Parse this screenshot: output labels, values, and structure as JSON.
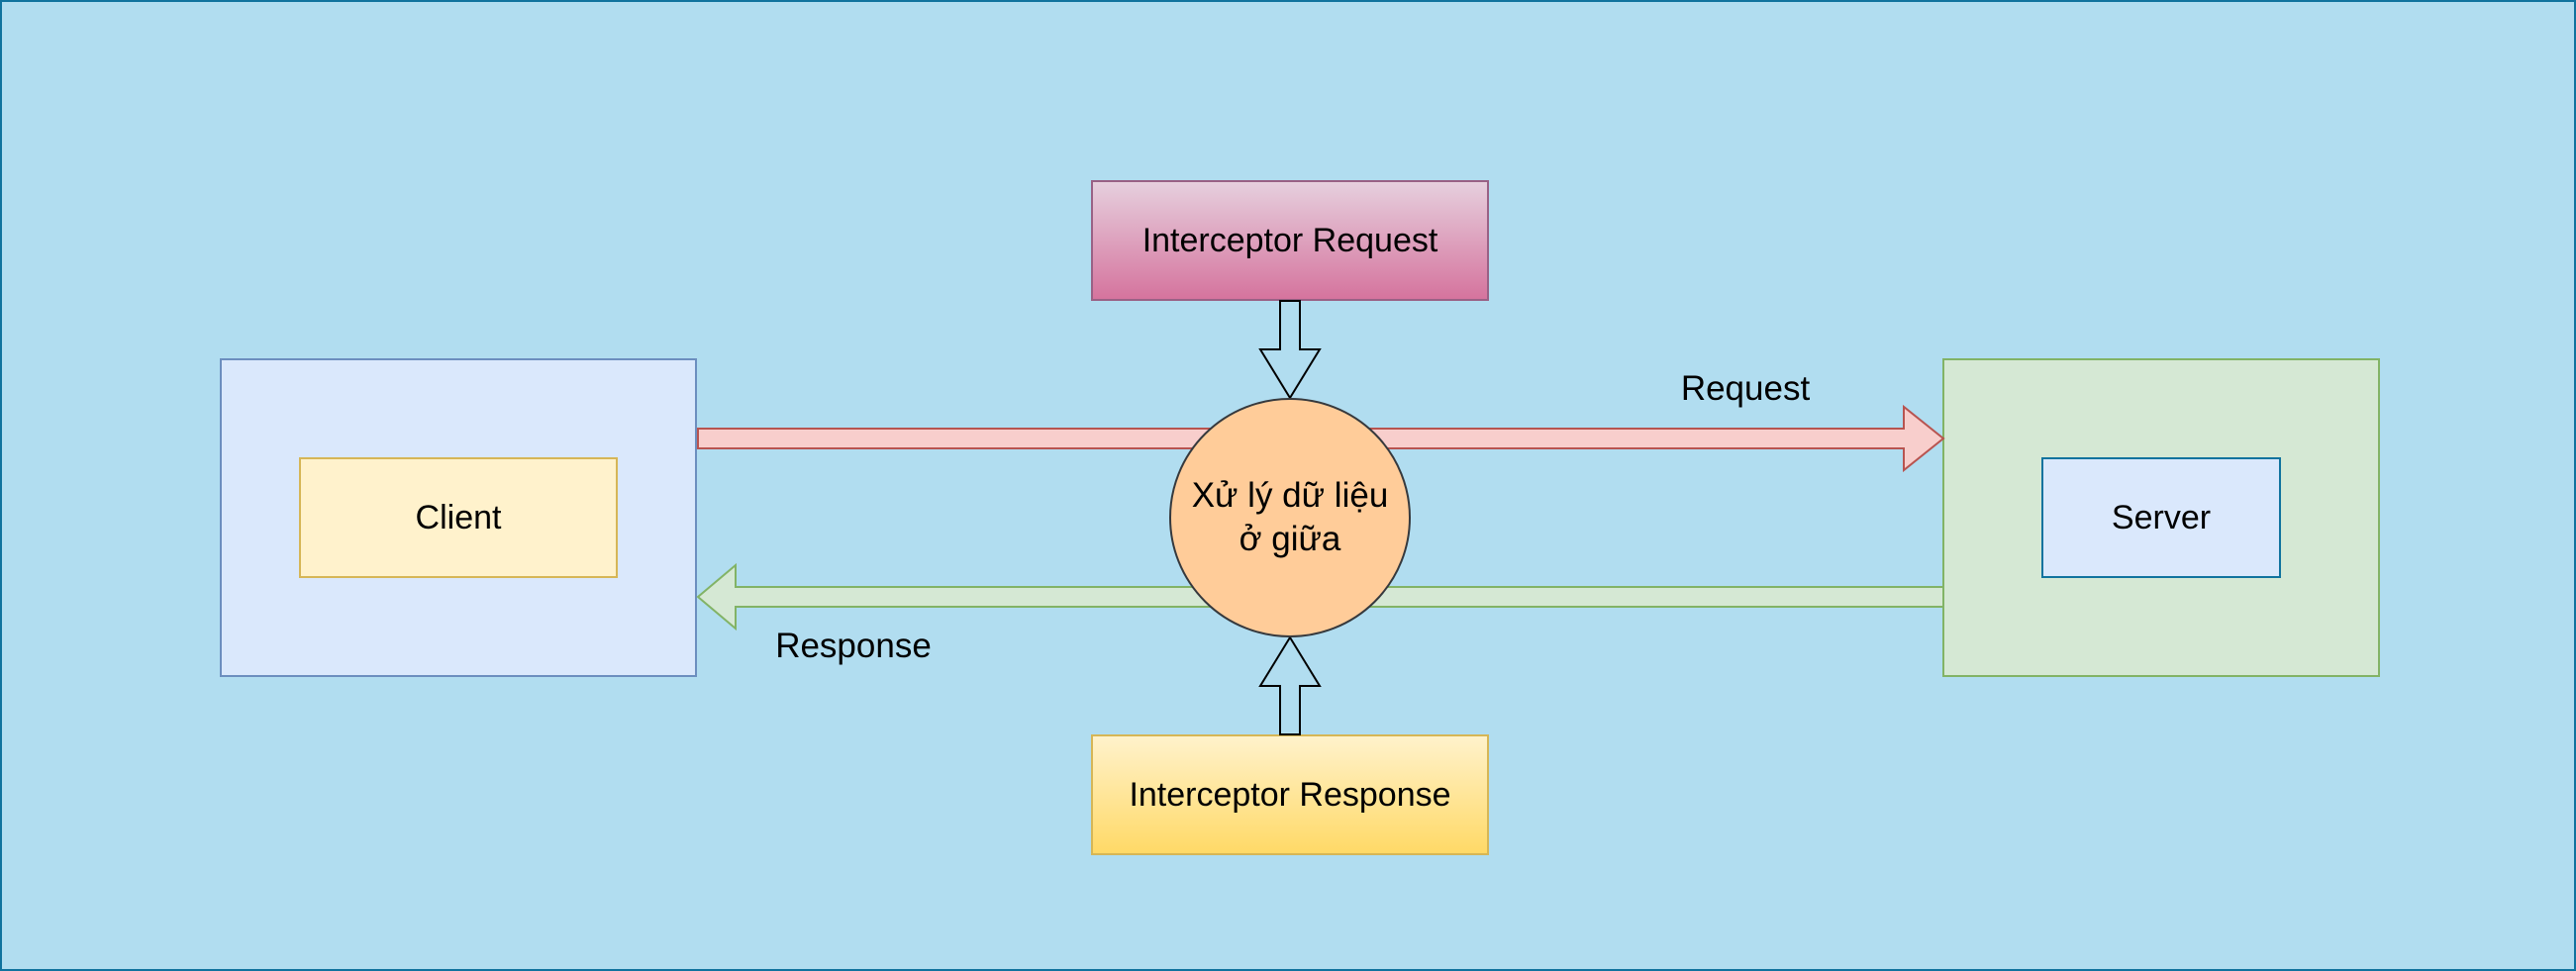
{
  "colors": {
    "background": "#b1ddf0",
    "background_border": "#10739e",
    "client_outer_fill": "#dae8fc",
    "client_outer_stroke": "#6c8ebf",
    "client_inner_fill": "#fff2cc",
    "client_inner_stroke": "#d6b656",
    "server_outer_fill": "#d5e8d4",
    "server_outer_stroke": "#82b366",
    "server_inner_fill": "#dae8fc",
    "server_inner_stroke": "#10739e",
    "interceptor_request_top": "#e6d0de",
    "interceptor_request_bottom": "#d5739d",
    "interceptor_request_stroke": "#996185",
    "interceptor_response_top": "#fff2cc",
    "interceptor_response_bottom": "#ffd966",
    "interceptor_response_stroke": "#d6b656",
    "processor_fill": "#ffcc99",
    "processor_stroke": "#36393d",
    "request_arrow_fill": "#f8cecc",
    "request_arrow_stroke": "#b85450",
    "response_arrow_fill": "#d5e8d4",
    "response_arrow_stroke": "#82b366",
    "vertical_arrow_fill": "#b1ddf0",
    "vertical_arrow_stroke": "#000000"
  },
  "nodes": {
    "client": "Client",
    "server": "Server",
    "interceptor_request": "Interceptor Request",
    "interceptor_response": "Interceptor Response",
    "processor": "Xử lý dữ liệu\nở giữa"
  },
  "edges": {
    "request": "Request",
    "response": "Response"
  }
}
